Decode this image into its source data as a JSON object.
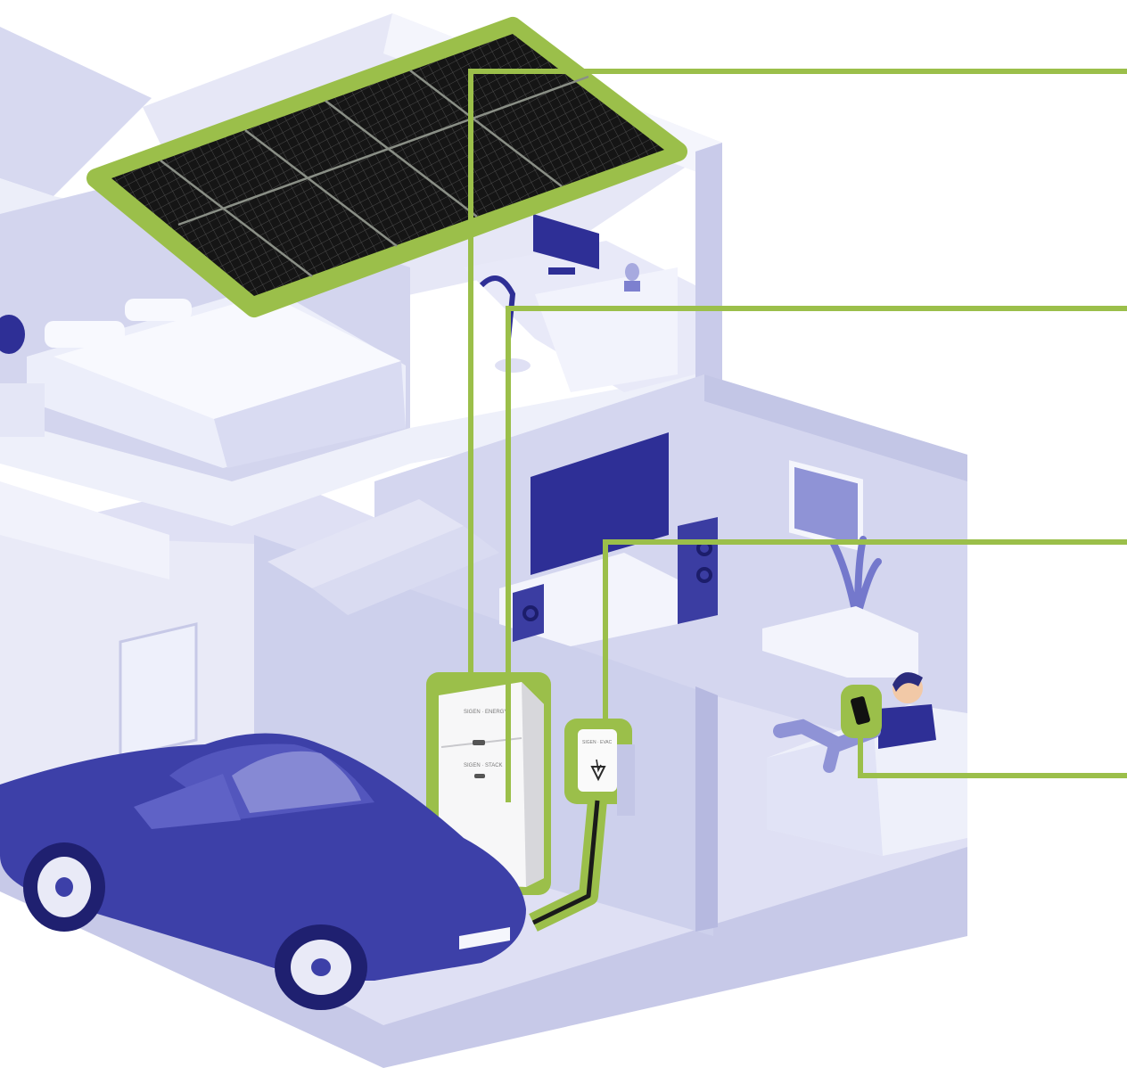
{
  "accent_color": "#9bbf4a",
  "callouts": [
    {
      "target": "solar-panels",
      "label": ""
    },
    {
      "target": "battery-storage",
      "label": ""
    },
    {
      "target": "ev-charger",
      "label": ""
    },
    {
      "target": "smartphone-app",
      "label": ""
    }
  ],
  "battery": {
    "brand_top": "SIGEN · ENERGY",
    "brand_bottom": "SIGEN · STACK"
  },
  "charger": {
    "brand": "SIGEN · EVAC"
  },
  "colors": {
    "wall_light": "#e7e8f6",
    "wall_mid": "#cfd1ec",
    "wall_dark": "#b9bce2",
    "navy": "#2e2f96",
    "car": "#3d40a8",
    "panel": "#141414"
  }
}
